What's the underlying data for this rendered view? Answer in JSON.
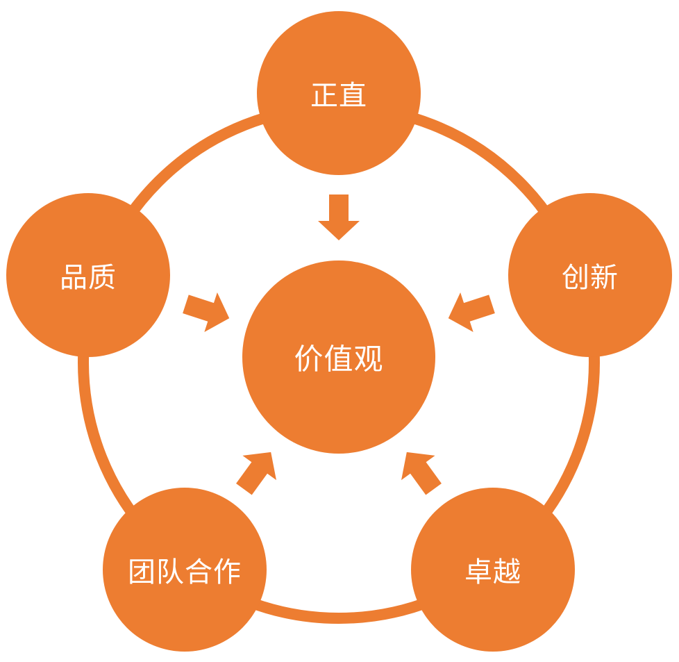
{
  "diagram": {
    "accent_color": "#ED7D31",
    "center": {
      "label": "价值观"
    },
    "nodes": [
      {
        "id": "zhengzhi",
        "label": "正直"
      },
      {
        "id": "chuangxin",
        "label": "创新"
      },
      {
        "id": "zhuoyue",
        "label": "卓越"
      },
      {
        "id": "tuandui",
        "label": "团队合作"
      },
      {
        "id": "pinzhi",
        "label": "品质"
      }
    ]
  }
}
